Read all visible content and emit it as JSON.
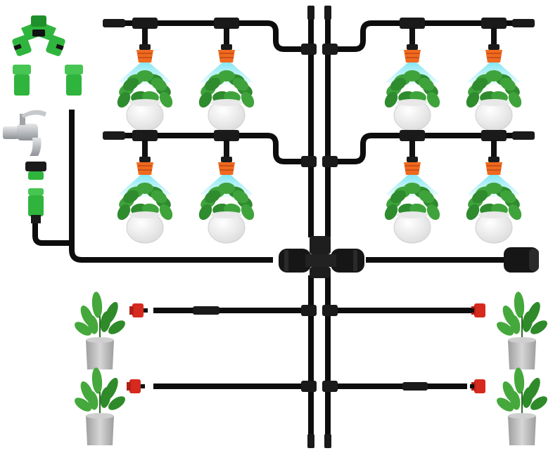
{
  "product": {
    "subject": "drip-irrigation-kit-diagram",
    "colors": {
      "tube": "#0d0d0d",
      "fitting_black": "#1a1a1a",
      "nozzle_orange": "#f06a1e",
      "dripper_red": "#d62a1e",
      "connector_green": "#2fb53d",
      "mist_cyan": "#7fe6f2",
      "pot_white": "#f4f4f4",
      "pot_grey": "#bdbdbd",
      "leaf_green": "#2e8b2e",
      "faucet_silver": "#b9bcc0"
    },
    "components": {
      "mist_sprayers": 8,
      "red_drippers": 4,
      "green_hose_connectors": 5,
      "tee_connectors": 8
    },
    "plants": {
      "potted_round": 8,
      "potted_tall": 4
    }
  }
}
